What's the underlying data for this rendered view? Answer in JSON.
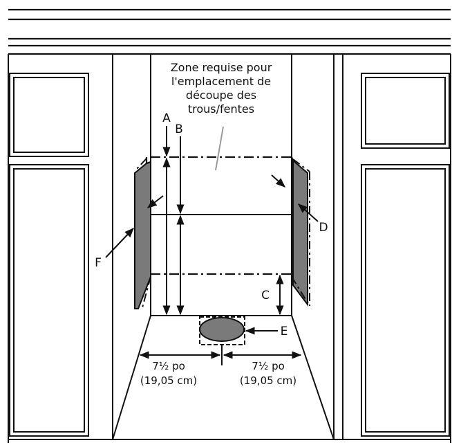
{
  "zone_note": {
    "lines": [
      "Zone requise pour",
      "l'emplacement de",
      "découpe des",
      "trous/fentes"
    ]
  },
  "letters": {
    "a": "A",
    "b": "B",
    "c": "C",
    "d": "D",
    "e": "E",
    "f": "F"
  },
  "dimensions": {
    "left": {
      "imperial": "7½ po",
      "metric": "(19,05 cm)"
    },
    "right": {
      "imperial": "7½ po",
      "metric": "(19,05 cm)"
    }
  },
  "colors": {
    "line": "#111111",
    "panel_fill": "#7a7a7a",
    "leader_gray": "#9a9a9a"
  }
}
